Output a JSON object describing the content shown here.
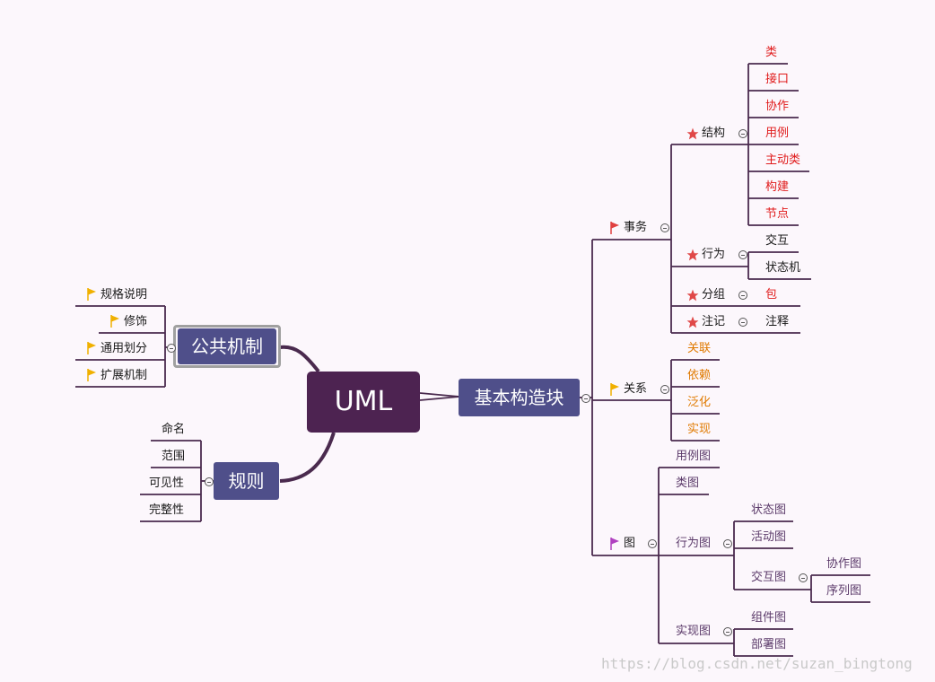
{
  "root": "UML",
  "branches": {
    "building_blocks": {
      "label": "基本构造块",
      "things": {
        "label": "事务",
        "structural": {
          "label": "结构",
          "items": [
            "类",
            "接口",
            "协作",
            "用例",
            "主动类",
            "构建",
            "节点"
          ]
        },
        "behavioral": {
          "label": "行为",
          "items": [
            "交互",
            "状态机"
          ]
        },
        "grouping": {
          "label": "分组",
          "items": [
            "包"
          ]
        },
        "annotation": {
          "label": "注记",
          "items": [
            "注释"
          ]
        }
      },
      "relations": {
        "label": "关系",
        "items": [
          "关联",
          "依赖",
          "泛化",
          "实现"
        ]
      },
      "diagrams": {
        "label": "图",
        "usecase": "用例图",
        "class": "类图",
        "behavior": {
          "label": "行为图",
          "state": "状态图",
          "activity": "活动图",
          "interaction": {
            "label": "交互图",
            "items": [
              "协作图",
              "序列图"
            ]
          }
        },
        "implementation": {
          "label": "实现图",
          "items": [
            "组件图",
            "部署图"
          ]
        }
      }
    },
    "common_mechanisms": {
      "label": "公共机制",
      "items": [
        "规格说明",
        "修饰",
        "通用划分",
        "扩展机制"
      ]
    },
    "rules": {
      "label": "规则",
      "items": [
        "命名",
        "范围",
        "可见性",
        "完整性"
      ]
    }
  },
  "colors": {
    "root": "#4d2351",
    "topic": "#4f4f8a",
    "line": "#4a2a4e",
    "flag_red": "#e04040",
    "flag_yellow": "#f0b000",
    "flag_purple": "#b040c0",
    "star": "#e04848"
  },
  "watermark": "https://blog.csdn.net/suzan_bingtong"
}
